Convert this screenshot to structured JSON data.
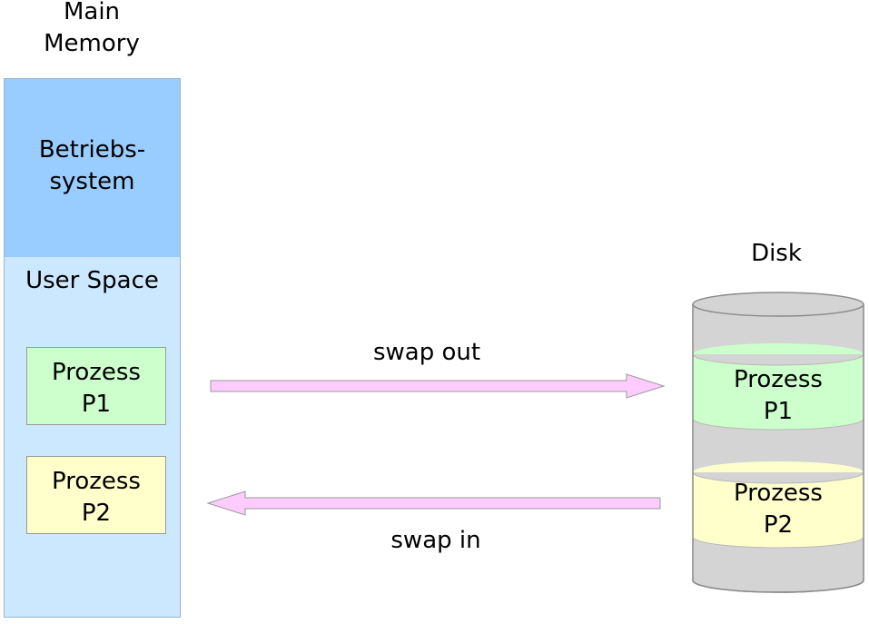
{
  "main_memory": {
    "title_line1": "Main",
    "title_line2": "Memory",
    "os_line1": "Betriebs-",
    "os_line2": "system",
    "user_space": "User Space",
    "process1_line1": "Prozess",
    "process1_line2": "P1",
    "process2_line1": "Prozess",
    "process2_line2": "P2"
  },
  "disk": {
    "title": "Disk",
    "process1_line1": "Prozess",
    "process1_line2": "P1",
    "process2_line1": "Prozess",
    "process2_line2": "P2"
  },
  "arrows": {
    "swap_out": "swap out",
    "swap_in": "swap in"
  },
  "colors": {
    "os": "#99ccff",
    "user_space": "#cce8ff",
    "process1": "#ccffcc",
    "process2": "#ffffcc",
    "disk": "#d4d4d4",
    "arrow": "#ffccff"
  }
}
